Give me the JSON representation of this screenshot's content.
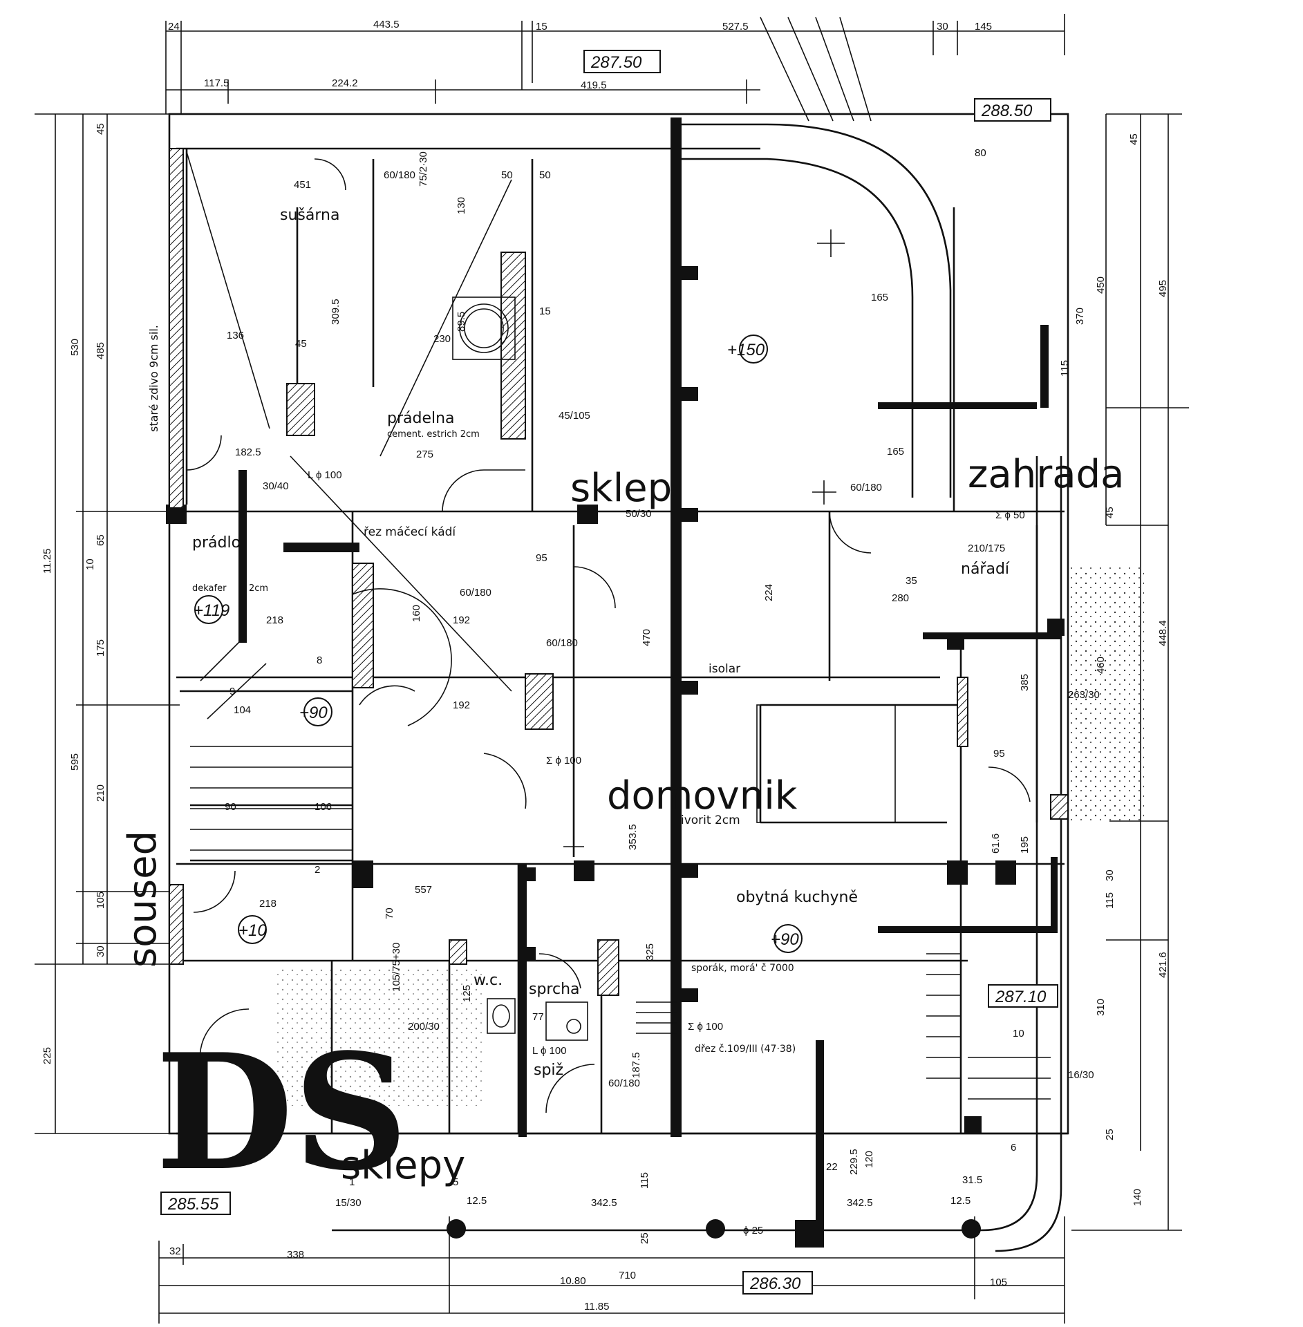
{
  "rooms": {
    "susarna": "sušárna",
    "pradelna": "prádelna",
    "pradelna_floor": "cement. estrich 2cm",
    "sklep": "sklep",
    "zahrada": "zahrada",
    "pradlo": "prádlo",
    "rez_maceci_kadi": "řez máčecí kádí",
    "naradi": "nářadí",
    "dekafer": "dekafer",
    "dekafer_thickness": "2cm",
    "isolar": "isolar",
    "domovnik": "domovnik",
    "domovnik_floor": "ivorit 2cm",
    "obytna_kuchyne": "obytná kuchyně",
    "sporak": "sporák, morá' č 7000",
    "drez": "dřez č.109/III (47·38)",
    "wc": "w.c.",
    "sprcha": "sprcha",
    "spiz": "spiž",
    "sklepy": "sklepy",
    "soused": "soused",
    "stare_zdivo": "staré zdivo 9cm sil."
  },
  "logo": "DS",
  "levels": {
    "top_center": "287.50",
    "top_right": "288.50",
    "right": "287.10",
    "bottom_left": "285.55",
    "bottom_center": "286.30"
  },
  "marks": {
    "m150": "+150",
    "m119": "+119",
    "m90a": "+90",
    "m90b": "+90",
    "m10": "+10"
  },
  "pipes": {
    "lphi100a": "L ϕ 100",
    "lphi100b": "L ϕ 100",
    "sphi100a": "Σ ϕ 100",
    "sphi100b": "Σ ϕ 100",
    "sphi50": "Σ ϕ 50",
    "phi25": "ϕ 25"
  },
  "dims_top": {
    "d24": "24",
    "d443": "443.5",
    "d15": "15",
    "d527": "527.5",
    "d30": "30",
    "d145": "145",
    "d117": "117.5",
    "d224": "224.2",
    "d419": "419.5"
  },
  "dims_left": {
    "d530": "530",
    "d485": "485",
    "d45": "45",
    "d1125": "11.25",
    "d65": "65",
    "d10": "10",
    "d175": "175",
    "d595": "595",
    "d210": "210",
    "d105": "105",
    "d30": "30",
    "d225": "225"
  },
  "dims_right": {
    "d45a": "45",
    "d495": "495",
    "d450": "450",
    "d370": "370",
    "d115a": "115",
    "d45b": "45",
    "d4484": "448.4",
    "d460": "460",
    "d4216": "421.6",
    "d30": "30",
    "d115b": "115",
    "d310": "310",
    "d25": "25",
    "d140": "140"
  },
  "dims_bottom": {
    "d32": "32",
    "d338": "338",
    "d710": "710",
    "d1080": "10.80",
    "d1185": "11.85",
    "d105": "105",
    "d125a": "12.5",
    "d342a": "342.5",
    "d342b": "342.5",
    "d125b": "12.5",
    "d115": "115",
    "d25": "25",
    "d1": "1",
    "d5": "5",
    "d15_30": "15/30"
  },
  "dims_inner": {
    "d60_180a": "60/180",
    "d451": "451",
    "d75_230a": "75/2·30",
    "d50a": "50",
    "d50b": "50",
    "d130": "130",
    "d3095": "309.5",
    "d895": "89.5",
    "d15a": "15",
    "d136": "136",
    "d45a": "45",
    "d230": "230",
    "d45_105": "45/105",
    "d1825": "182.5",
    "d275": "275",
    "d165a": "165",
    "d165b": "165",
    "d60_180b": "60/180",
    "d80": "80",
    "d50_30": "50/30",
    "d30_40": "30/40",
    "d210_175": "210/175",
    "d35": "35",
    "d280": "280",
    "d224": "224",
    "d470": "470",
    "d385": "385",
    "d263_30": "263/30",
    "d218a": "218",
    "d192a": "192",
    "d192b": "192",
    "d160": "160",
    "d557": "557",
    "d3535": "353.5",
    "d218b": "218",
    "d106": "106",
    "d90": "90",
    "d95a": "95",
    "d95b": "95",
    "d616": "61.6",
    "d195": "195",
    "d325": "325",
    "d1875": "187.5",
    "d229": "229.5",
    "d120": "120",
    "d22": "22",
    "d315": "31.5",
    "d16_30": "16/30",
    "d6": "6",
    "d10": "10",
    "d200_30": "200/30",
    "d105_75": "105/75+30",
    "d77": "77",
    "d125": "125",
    "d8": "8",
    "d9": "9",
    "d104": "104",
    "d2": "2",
    "d70": "70",
    "d60_180c": "60/180",
    "d60_180d": "60/180",
    "d60_180e": "60/180"
  }
}
